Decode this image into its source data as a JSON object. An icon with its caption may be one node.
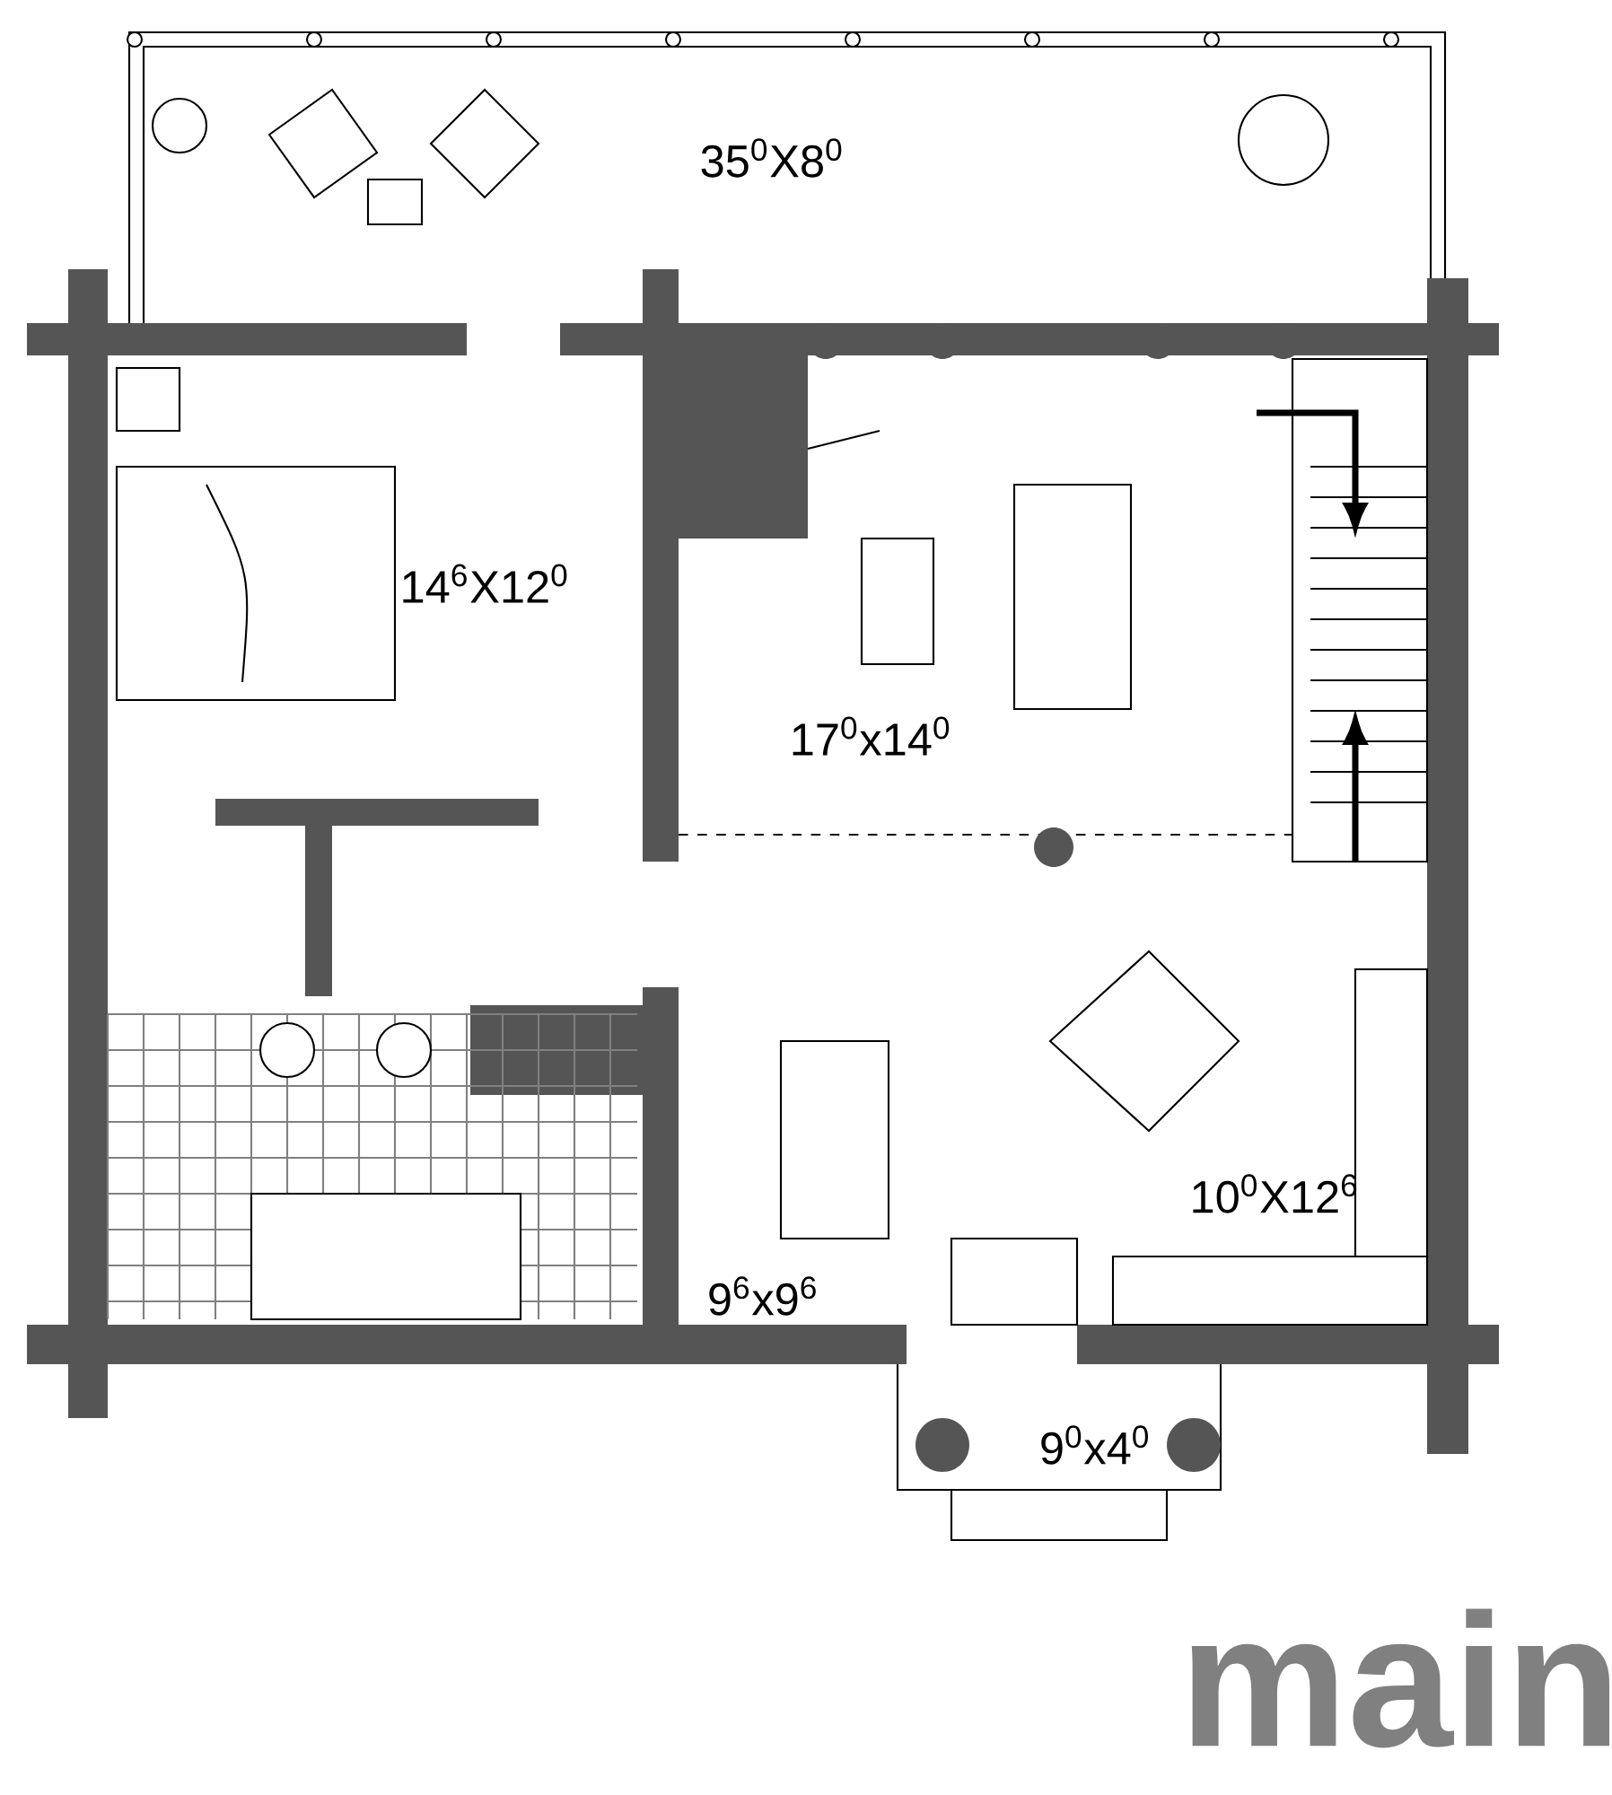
{
  "diagram": {
    "title": "main",
    "labels": [
      "35$^{0}$X8$^{0}$",
      "14$^{6}$X12$^{0}$",
      "17$^{0}$x14$^{0}$",
      "10$^{0}$X12$^{6}$",
      "9$^{6}$x9$^{6}$",
      "9$^{0}$x4$^{0}$"
    ]
  }
}
